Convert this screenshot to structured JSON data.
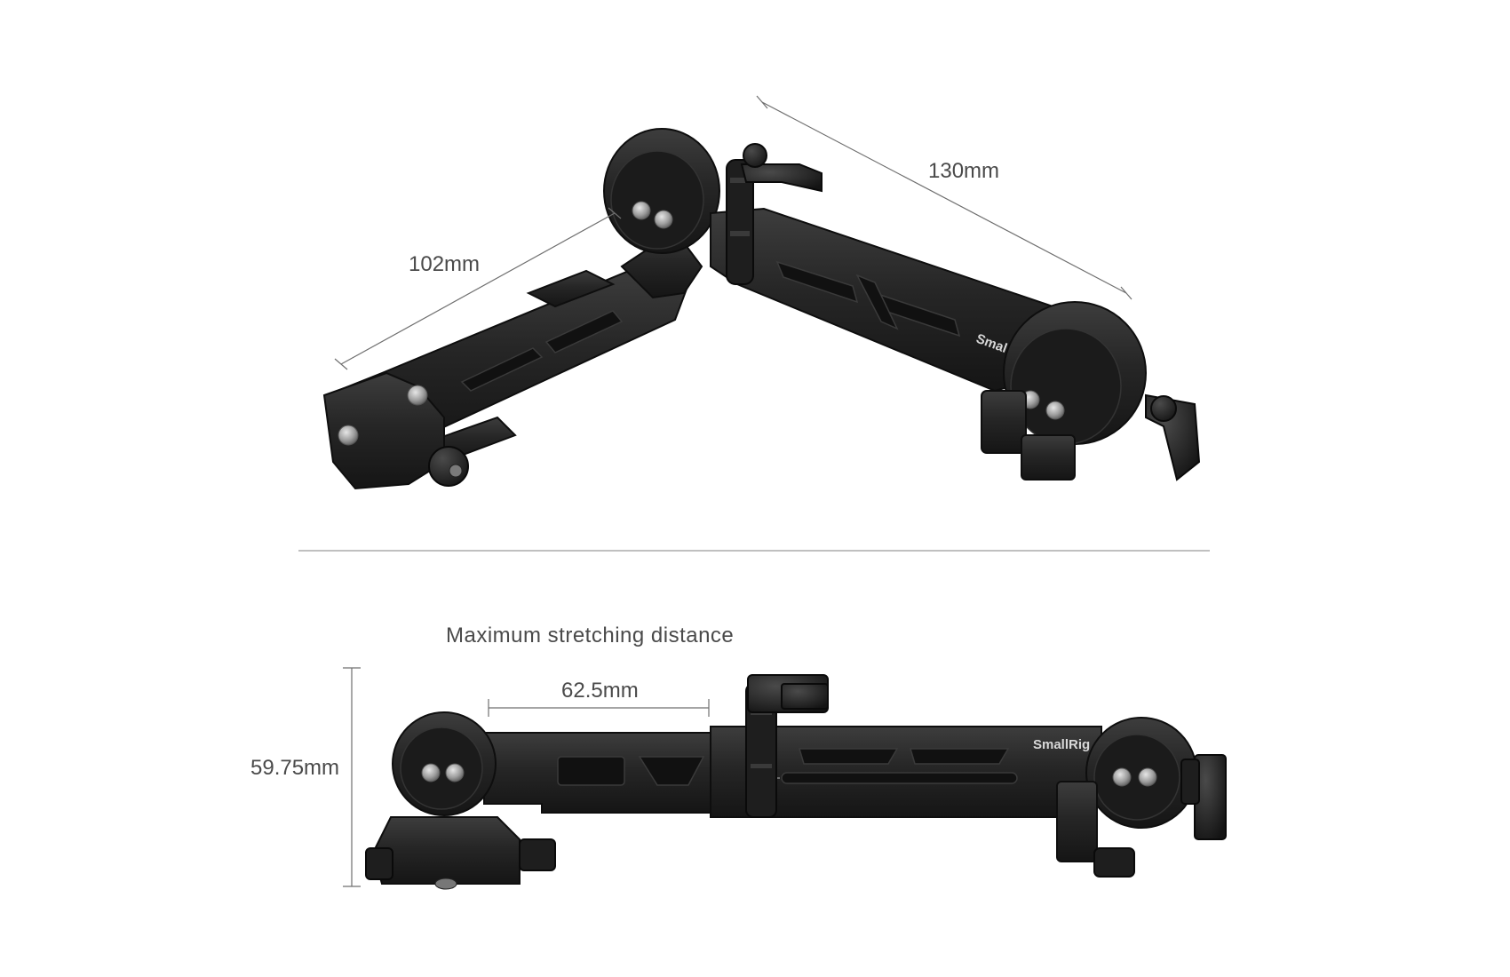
{
  "labels": {
    "top_length_1": "130mm",
    "top_length_2": "102mm",
    "section_title": "Maximum stretching distance",
    "stretch_length": "62.5mm",
    "height": "59.75mm",
    "brand_top": "SmallRig",
    "brand_bottom": "SmallRig"
  },
  "colors": {
    "background": "#ffffff",
    "metal": "#232323",
    "dimension_text": "#4a4a4a",
    "dimension_line": "#6f6f6f"
  }
}
